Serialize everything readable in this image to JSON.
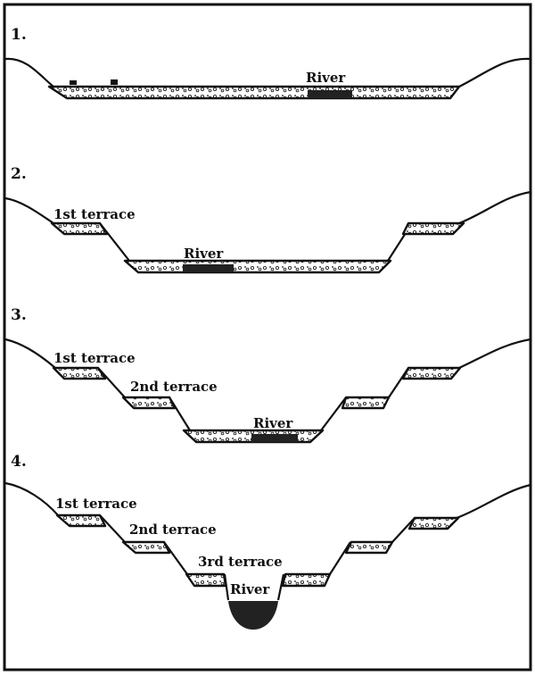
{
  "panels": [
    {
      "number": "1.",
      "labels": {
        "river": "River"
      }
    },
    {
      "number": "2.",
      "labels": {
        "terrace1": "1st terrace",
        "river": "River"
      }
    },
    {
      "number": "3.",
      "labels": {
        "terrace1": "1st terrace",
        "terrace2": "2nd terrace",
        "river": "River"
      }
    },
    {
      "number": "4.",
      "labels": {
        "terrace1": "1st terrace",
        "terrace2": "2nd terrace",
        "terrace3": "3rd terrace",
        "river": "River"
      }
    }
  ],
  "colors": {
    "ink": "#111111",
    "paper": "#ffffff"
  }
}
